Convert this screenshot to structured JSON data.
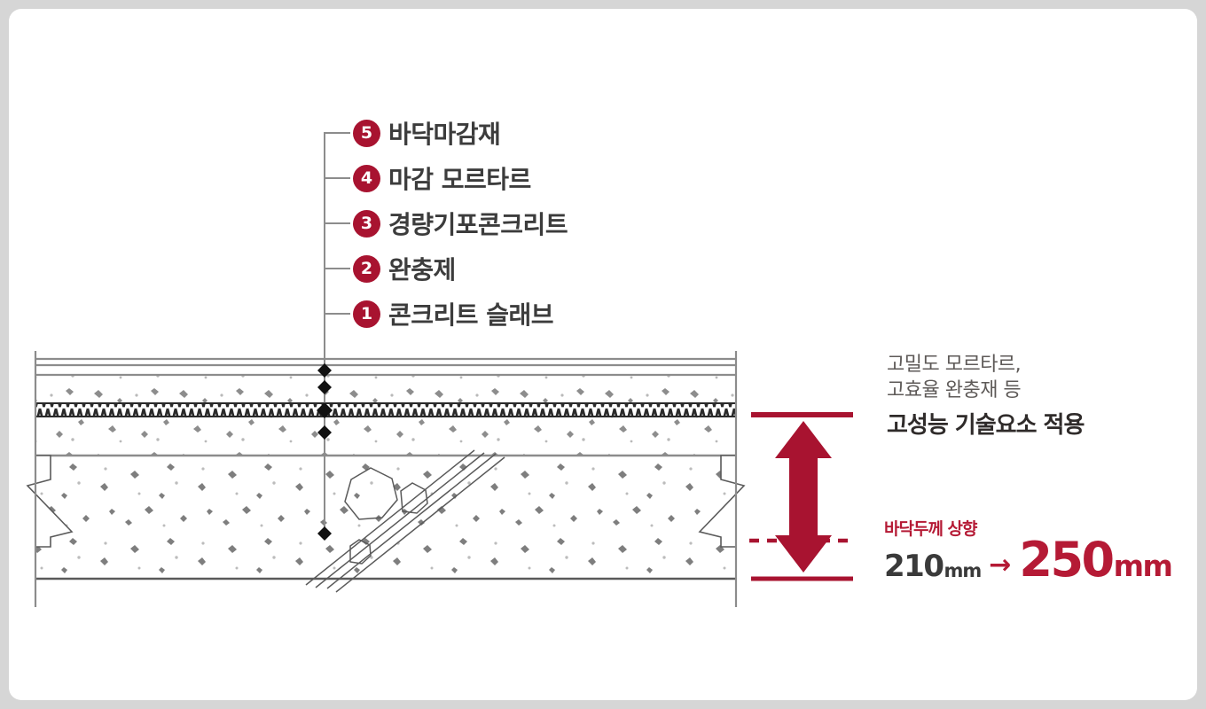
{
  "theme": {
    "page_background": "#d6d6d6",
    "card_background": "#ffffff",
    "accent_red": "#b51a35",
    "badge_red": "#a81330",
    "line_gray": "#8c8c8c",
    "text_dark": "#3c3c3c",
    "text_muted": "#5e5a58"
  },
  "legend": {
    "items": [
      {
        "number": "5",
        "label": "바닥마감재"
      },
      {
        "number": "4",
        "label": "마감 모르타르"
      },
      {
        "number": "3",
        "label": "경량기포콘크리트"
      },
      {
        "number": "2",
        "label": "완충제"
      },
      {
        "number": "1",
        "label": "콘크리트 슬래브"
      }
    ]
  },
  "section_drawing": {
    "layers": [
      {
        "name": "바닥마감재",
        "style": "thin-double-line"
      },
      {
        "name": "마감 모르타르",
        "style": "speckled-mortar"
      },
      {
        "name": "완충제",
        "style": "zigzag-insulation"
      },
      {
        "name": "경량기포콘크리트",
        "style": "speckled-foam-concrete"
      },
      {
        "name": "콘크리트 슬래브",
        "style": "speckled-slab-with-conduit"
      }
    ],
    "break_lines": "zigzag",
    "conduit": "diagonal-pipe"
  },
  "callout_top": {
    "line1": "고밀도 모르타르,",
    "line2": "고효율 완충재 등",
    "emphasis": "고성능 기술요소 적용"
  },
  "callout_bottom": {
    "title": "바닥두께 상향",
    "old_value": "210",
    "old_unit": "mm",
    "arrow": "→",
    "new_value": "250",
    "new_unit": "mm"
  },
  "dimension_marker": {
    "type": "double-headed-vertical-arrow",
    "top_rule": "solid",
    "mid_rule": "dashed",
    "bottom_rule": "solid"
  }
}
